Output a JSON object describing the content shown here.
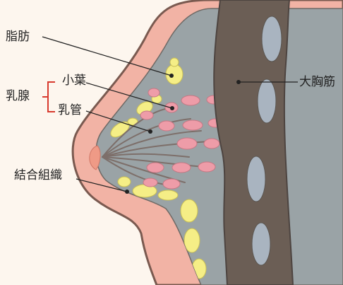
{
  "labels": {
    "fat": "脂肪",
    "mammary_gland": "乳腺",
    "lobule": "小葉",
    "milk_duct": "乳管",
    "connective_tissue": "結合組織",
    "pectoralis_major": "大胸筋"
  },
  "colors": {
    "background": "#fdf6ee",
    "skin": "#f2b3a5",
    "skin_outline": "#7a5a50",
    "tissue": "#9aa3a6",
    "fat": "#f5ee86",
    "lobule": "#ee9ca8",
    "duct": "#7d6f6a",
    "muscle": "#6b5e55",
    "rib": "#a9b4c0",
    "nipple": "#ef9a86",
    "bracket": "#d83a2e",
    "leader": "#222222"
  }
}
